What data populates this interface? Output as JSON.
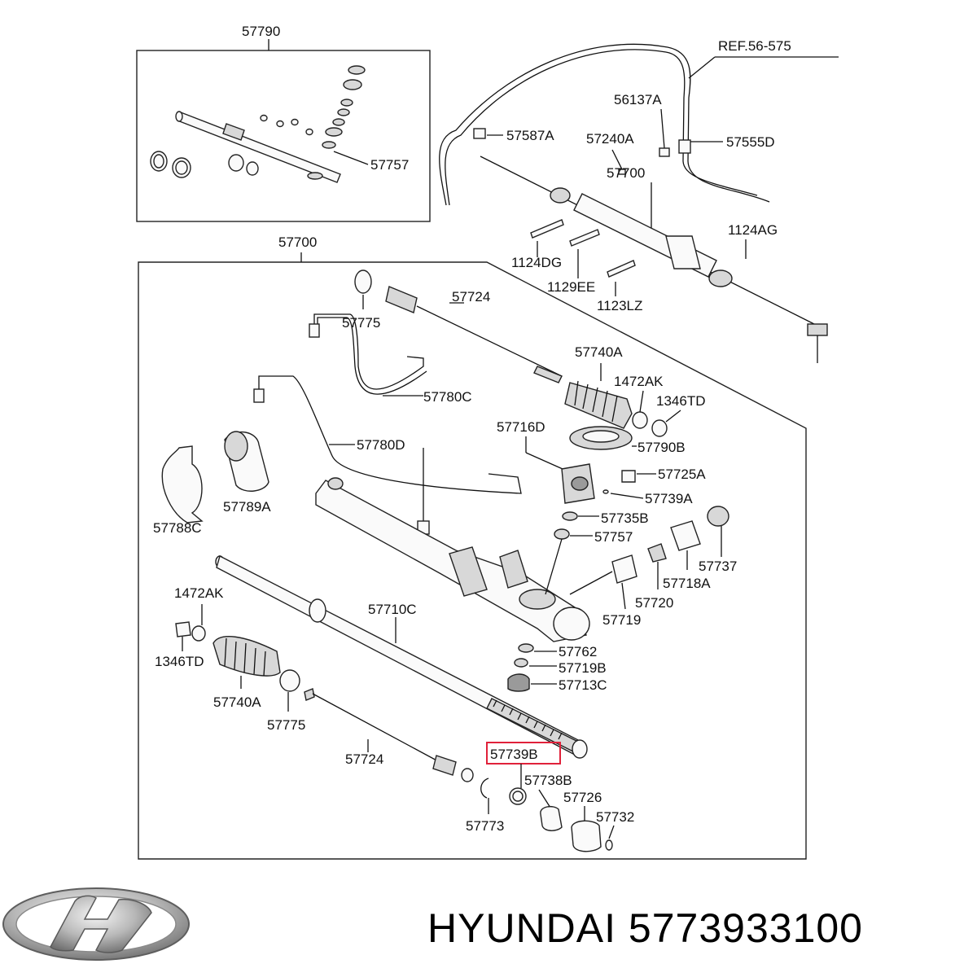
{
  "labels": {
    "top_kit": "57790",
    "kit_seal": "57757",
    "ref": "REF.56-575",
    "l_56137A": "56137A",
    "l_57587A": "57587A",
    "l_57240A": "57240A",
    "l_57555D": "57555D",
    "assy_top": "57700",
    "l_1124AG": "1124AG",
    "l_1124DG": "1124DG",
    "l_1129EE": "1129EE",
    "l_1123LZ": "1123LZ",
    "assy_main": "57700",
    "l_57775_top": "57775",
    "l_57724_top": "57724",
    "l_57740A_top": "57740A",
    "l_1472AK_top": "1472AK",
    "l_1346TD_top": "1346TD",
    "l_57780C": "57780C",
    "l_57716D": "57716D",
    "l_57790B": "57790B",
    "l_57780D": "57780D",
    "l_57725A": "57725A",
    "l_57739A": "57739A",
    "l_57788C": "57788C",
    "l_57789A": "57789A",
    "l_57735B": "57735B",
    "l_57757": "57757",
    "l_57737": "57737",
    "l_57718A": "57718A",
    "l_57720": "57720",
    "l_57719": "57719",
    "l_1472AK_bot": "1472AK",
    "l_57710C": "57710C",
    "l_1346TD_bot": "1346TD",
    "l_57762": "57762",
    "l_57719B": "57719B",
    "l_57713C": "57713C",
    "l_57740A_bot": "57740A",
    "l_57775_bot": "57775",
    "l_57739B": "57739B",
    "l_57724_bot": "57724",
    "l_57738B": "57738B",
    "l_57726": "57726",
    "l_57732": "57732",
    "l_57773": "57773"
  },
  "highlight_color": "#e0213a",
  "footer": {
    "brand_text": "HYUNDAI 5773933100",
    "logo_icon": "hyundai-logo-icon"
  }
}
